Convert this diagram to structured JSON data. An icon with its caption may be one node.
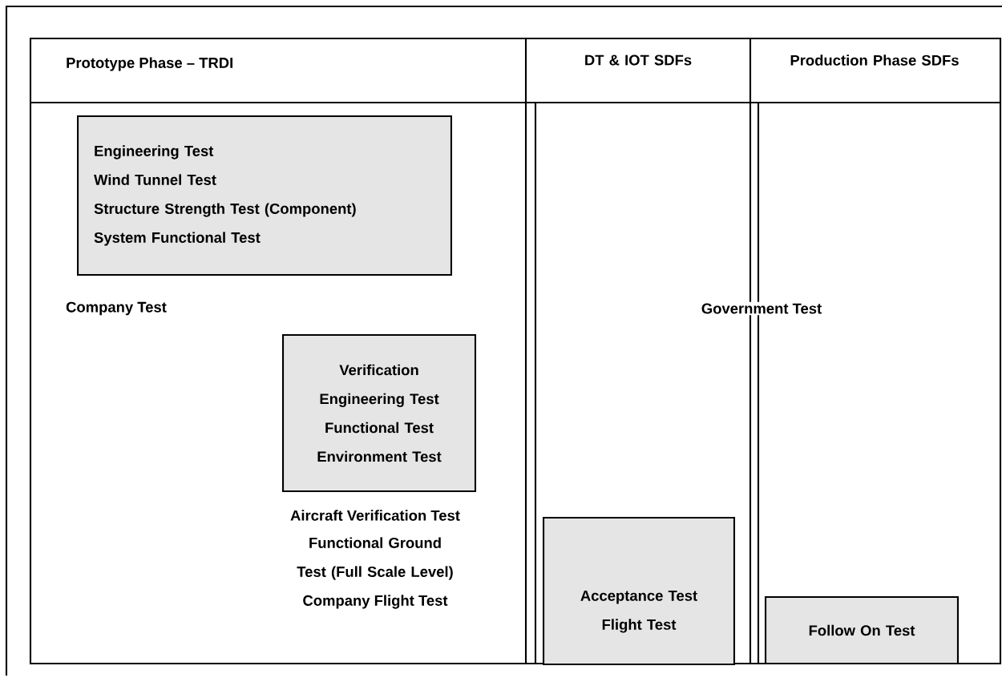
{
  "diagram": {
    "nodes": [
      {
        "text": [
          "Engineering Test",
          "Wind Tunnel Test",
          "Structure Strength Test (Component)",
          "System Functional Test"
        ]
      },
      {
        "text": [
          "Verification",
          "Engineering Test",
          "Functional Test",
          "Environment Test"
        ]
      },
      {
        "text": [
          "Acceptance Test",
          "Flight Test"
        ]
      },
      {
        "text": [
          "Follow On Test"
        ]
      }
    ],
    "labels": [
      "Prototype Phase – TRDI",
      "DT & IOT SDFs",
      "Production Phase SDFs",
      "Company Test",
      "Government Test",
      "Aircraft Verification Test",
      "Functional Ground Test (Full Scale Level)",
      "Company Flight Test"
    ]
  }
}
